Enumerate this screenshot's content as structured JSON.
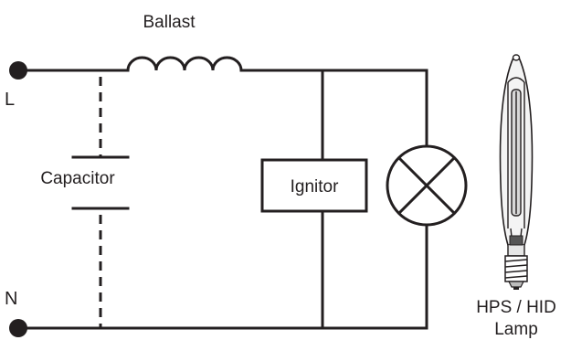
{
  "labels": {
    "ballast": "Ballast",
    "line_terminal": "L",
    "neutral_terminal": "N",
    "capacitor": "Capacitor",
    "ignitor": "Ignitor",
    "lamp_line1": "HPS / HID",
    "lamp_line2": "Lamp"
  },
  "colors": {
    "ink": "#231f20",
    "background": "#ffffff"
  },
  "icons": {
    "lamp_symbol": "circle-with-cross-lamp-icon",
    "bulb": "hps-hid-bulb-icon",
    "ballast": "inductor-coil-icon",
    "capacitor": "capacitor-plates-icon",
    "terminal": "filled-dot-terminal-icon"
  }
}
